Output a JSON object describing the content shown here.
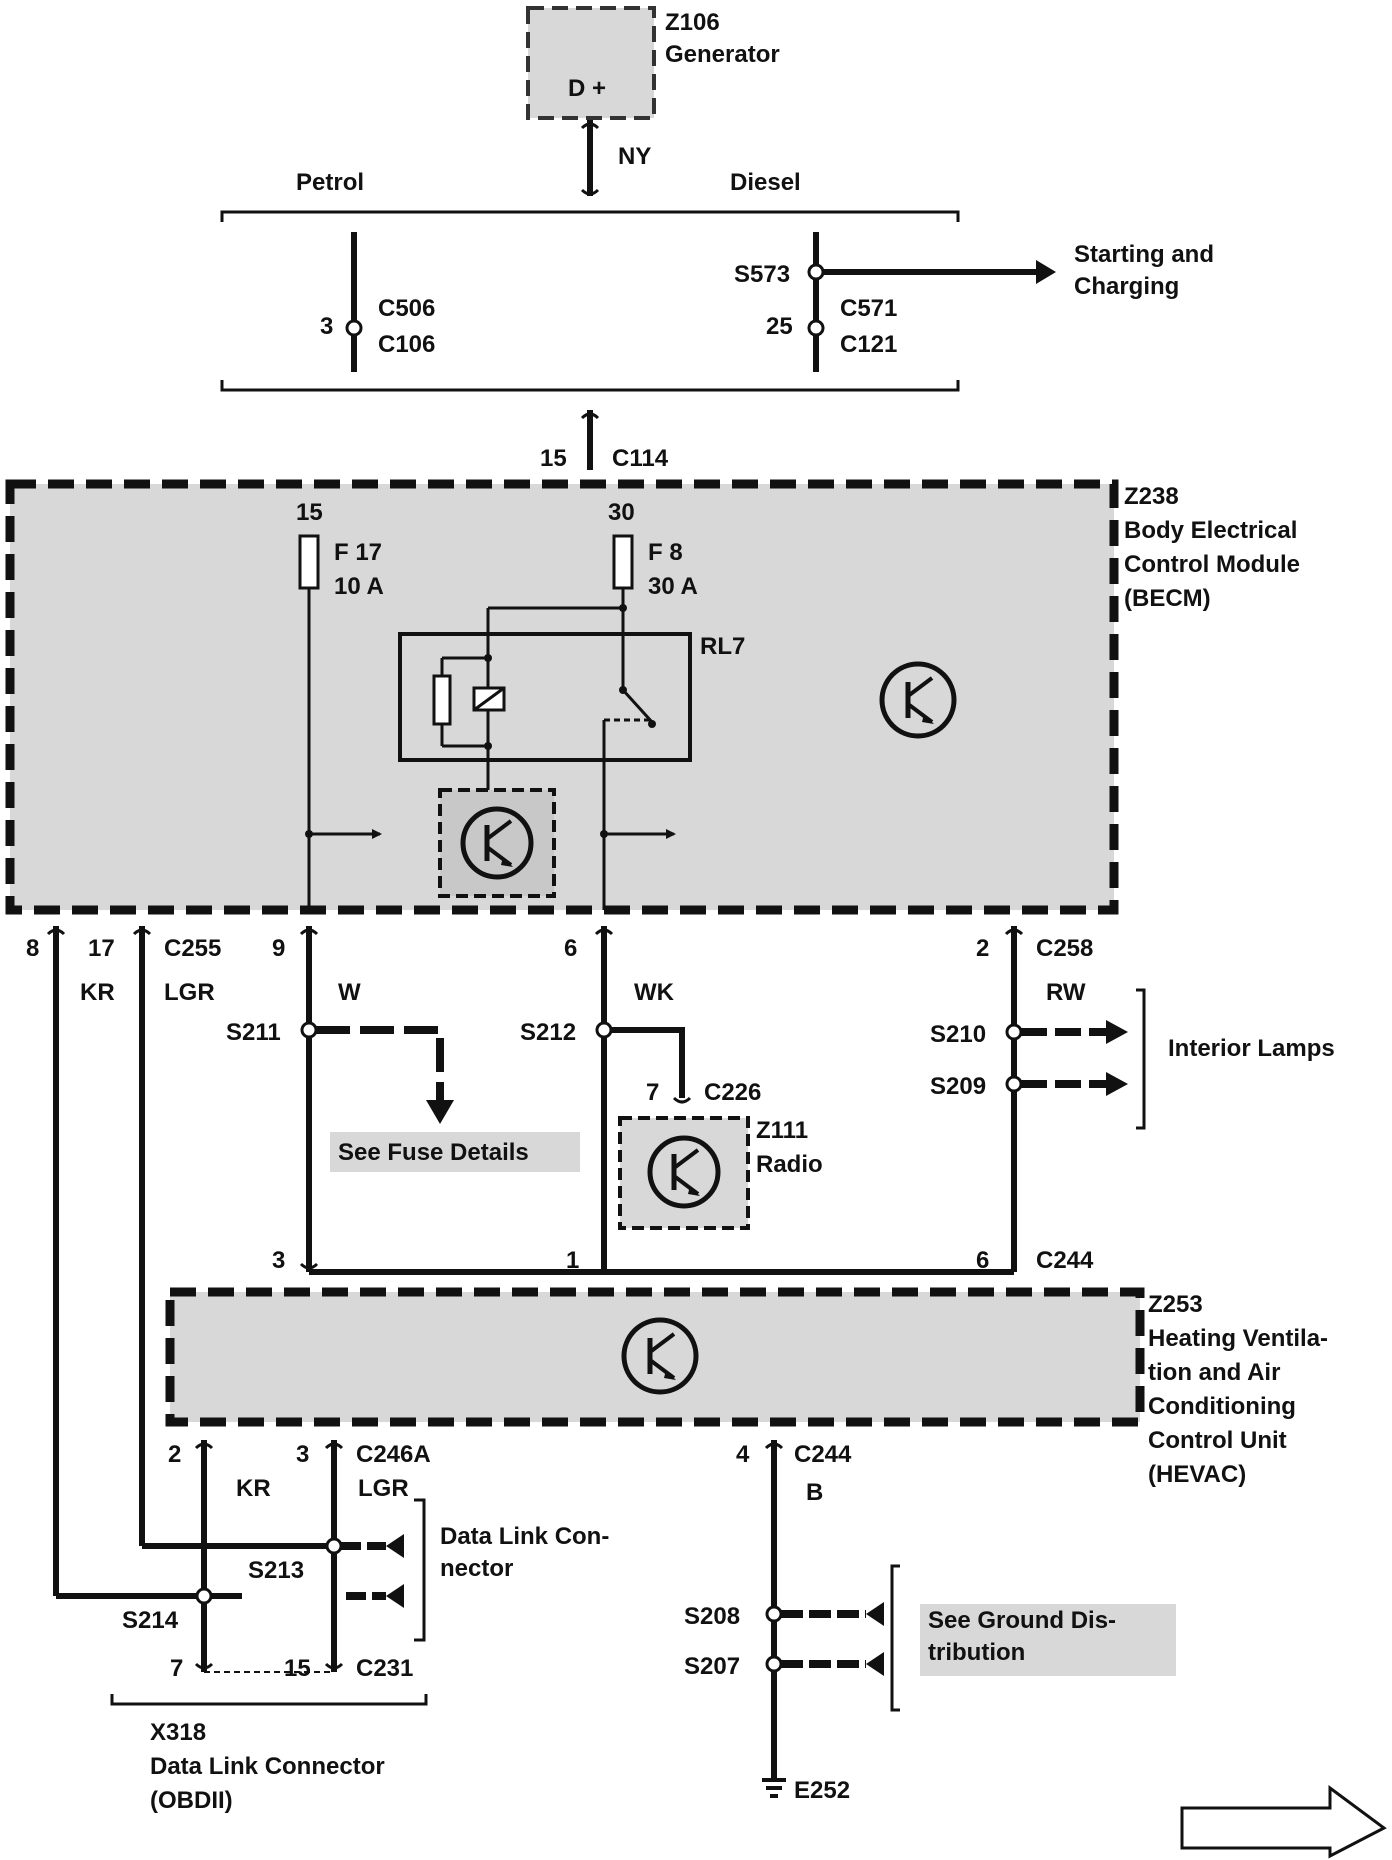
{
  "components": {
    "generator": {
      "id": "Z106",
      "name": "Generator",
      "terminal": "D +"
    },
    "becm": {
      "id": "Z238",
      "name_line1": "Body Electrical",
      "name_line2": "Control Module",
      "name_line3": "(BECM)"
    },
    "relay": {
      "id": "RL7"
    },
    "fuse_f17": {
      "circuit": "15",
      "name": "F 17",
      "rating": "10 A"
    },
    "fuse_f8": {
      "circuit": "30",
      "name": "F 8",
      "rating": "30 A"
    },
    "radio": {
      "id": "Z111",
      "name": "Radio"
    },
    "hevac": {
      "id": "Z253",
      "name_line1": "Heating Ventila-",
      "name_line2": "tion and Air",
      "name_line3": "Conditioning",
      "name_line4": "Control Unit",
      "name_line5": "(HEVAC)"
    },
    "dlc": {
      "id": "X318",
      "name_line1": "Data Link Connector",
      "name_line2": "(OBDII)"
    }
  },
  "labels": {
    "wire_ny": "NY",
    "petrol": "Petrol",
    "diesel": "Diesel",
    "starting_line1": "Starting and",
    "starting_line2": "Charging",
    "s573": "S573",
    "c506": "C506",
    "c106": "C106",
    "pin_3": "3",
    "c571": "C571",
    "c121": "C121",
    "pin_25": "25",
    "pin_15": "15",
    "c114": "C114",
    "pin_8": "8",
    "pin_17": "17",
    "c255": "C255",
    "wire_kr": "KR",
    "wire_lgr": "LGR",
    "pin_9": "9",
    "wire_w": "W",
    "pin_6": "6",
    "wire_wk": "WK",
    "pin_2": "2",
    "c258": "C258",
    "wire_rw": "RW",
    "s211": "S211",
    "s212": "S212",
    "s210": "S210",
    "s209": "S209",
    "interior_lamps": "Interior Lamps",
    "pin_7": "7",
    "c226": "C226",
    "see_fuse": "See Fuse Details",
    "pin_3b": "3",
    "pin_1": "1",
    "pin_6b": "6",
    "c244": "C244",
    "pin_2b": "2",
    "pin_3c": "3",
    "c246a": "C246A",
    "wire_kr2": "KR",
    "wire_lgr2": "LGR",
    "data_link_line1": "Data Link Con-",
    "data_link_line2": "nector",
    "s213": "S213",
    "s214": "S214",
    "pin_7b": "7",
    "pin_15b": "15",
    "c231": "C231",
    "pin_4": "4",
    "c244b": "C244",
    "wire_b": "B",
    "s208": "S208",
    "s207": "S207",
    "ground_line1": "See Ground Dis-",
    "ground_line2": "tribution",
    "e252": "E252"
  },
  "icons": [
    "module-icon",
    "fuse-icon",
    "relay-icon",
    "ground-icon",
    "arrow-right-icon",
    "next-page-arrow-icon"
  ]
}
